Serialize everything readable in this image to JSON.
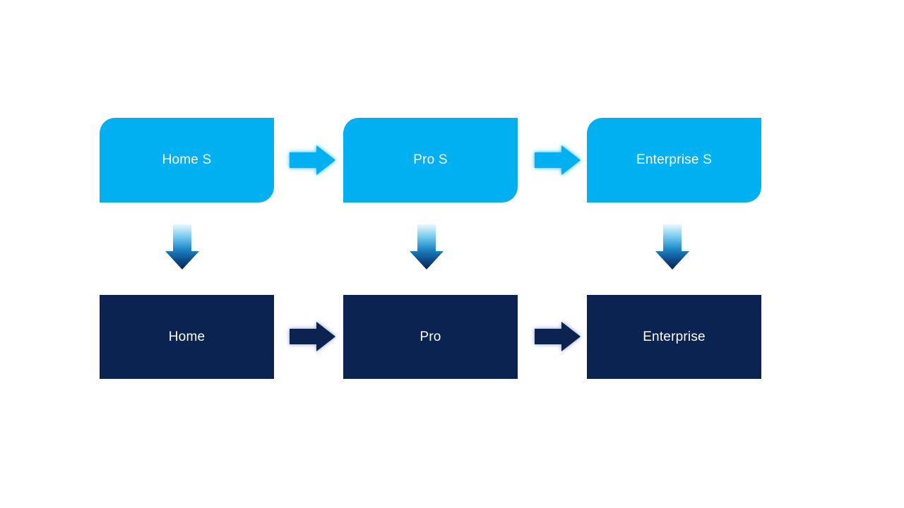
{
  "diagram": {
    "columns": [
      {
        "top": "Home S",
        "bottom": "Home"
      },
      {
        "top": "Pro S",
        "bottom": "Pro"
      },
      {
        "top": "Enterprise S",
        "bottom": "Enterprise"
      }
    ]
  },
  "colors": {
    "background": "#FFFFFF",
    "top_box": "#00B0F0",
    "bottom_box": "#0A2350",
    "text": "#FFFFFF",
    "arrow_light": "#00B0F0",
    "arrow_dark": "#0A2350",
    "down_gradient": [
      "#EAF7FE",
      "#6CC6EC",
      "#1E88C6",
      "#0D4E8C",
      "#0A2350"
    ]
  }
}
